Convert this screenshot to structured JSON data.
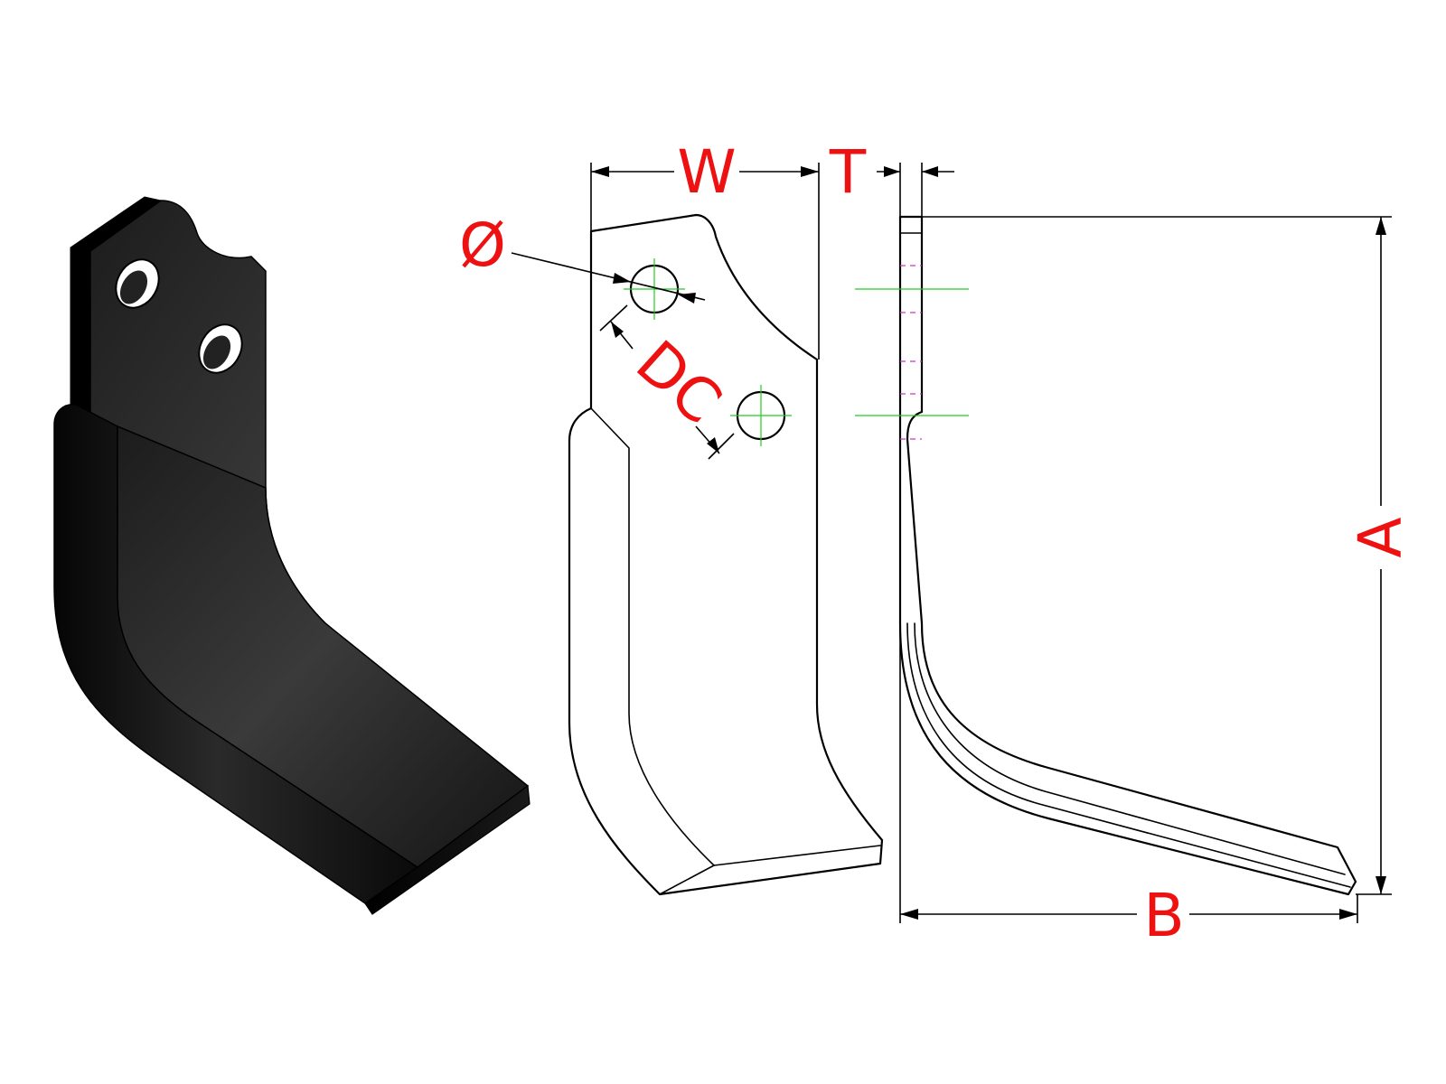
{
  "diagram": {
    "labels": {
      "width": "W",
      "thickness": "T",
      "hole_diameter": "Ø",
      "hole_spacing": "DC",
      "height": "A",
      "depth": "B"
    },
    "colors": {
      "label": "#ee1111",
      "line": "#000000",
      "centerline": "#22cc22",
      "hidden_line": "#cc33cc",
      "blade_body": "#111111"
    }
  }
}
